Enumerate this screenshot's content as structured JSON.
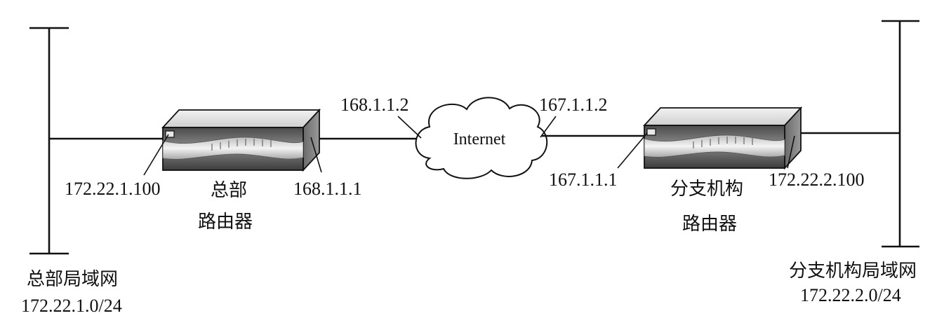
{
  "hq_lan": {
    "name": "总部局域网",
    "subnet": "172.22.1.0/24"
  },
  "hq_router": {
    "name_line1": "总部",
    "name_line2": "路由器",
    "lan_ip": "172.22.1.100",
    "wan_ip": "168.1.1.1"
  },
  "internet": {
    "label": "Internet",
    "hq_side_ip": "168.1.1.2",
    "branch_side_ip": "167.1.1.2"
  },
  "branch_router": {
    "name_line1": "分支机构",
    "name_line2": "路由器",
    "wan_ip": "167.1.1.1",
    "lan_ip": "172.22.2.100"
  },
  "branch_lan": {
    "name": "分支机构局域网",
    "subnet": "172.22.2.0/24"
  }
}
